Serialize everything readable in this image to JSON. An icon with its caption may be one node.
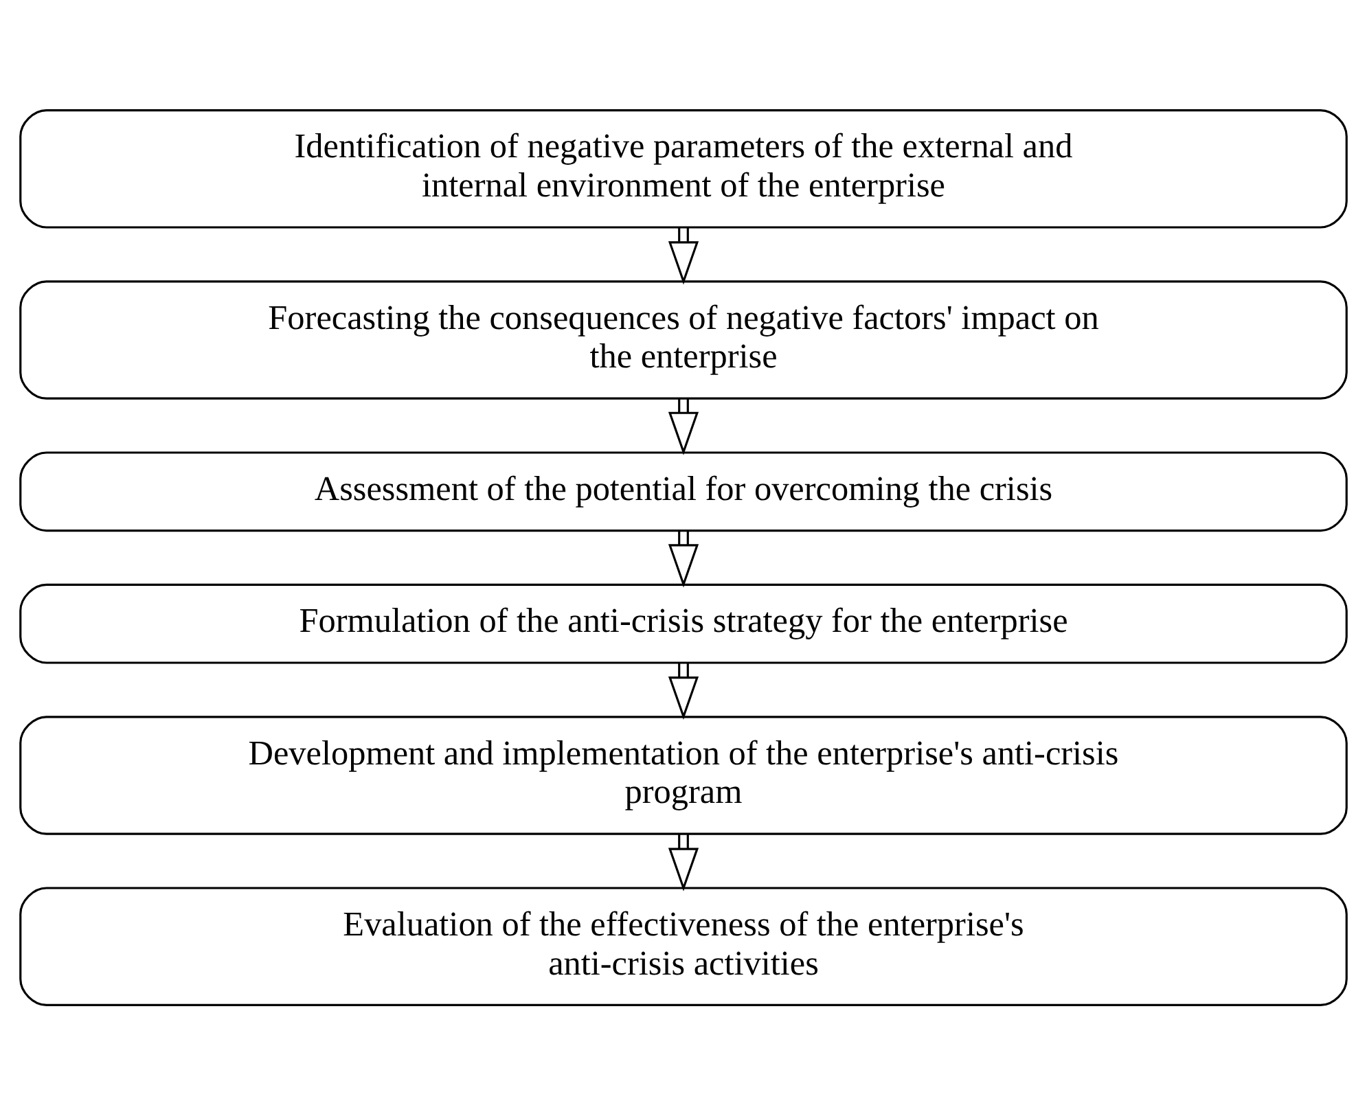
{
  "diagram": {
    "nodes": [
      {
        "text": [
          "Identification of negative parameters of the external and internal environment of the enterprise"
        ]
      },
      {
        "text": [
          "Forecasting the consequences of negative factors' impact on the enterprise"
        ]
      },
      {
        "text": [
          "Assessment of the potential for overcoming the crisis"
        ]
      },
      {
        "text": [
          "Formulation of the anti-crisis strategy for the enterprise"
        ]
      },
      {
        "text": [
          "Development and implementation of the enterprise's anti-crisis program"
        ]
      },
      {
        "text": [
          "Evaluation of the effectiveness of the enterprise's anti-crisis activities"
        ]
      }
    ],
    "edges": [
      {
        "from": 0,
        "to": 1,
        "arrow": "to"
      },
      {
        "from": 1,
        "to": 2,
        "arrow": "to"
      },
      {
        "from": 2,
        "to": 3,
        "arrow": "to"
      },
      {
        "from": 3,
        "to": 4,
        "arrow": "to"
      },
      {
        "from": 4,
        "to": 5,
        "arrow": "to"
      }
    ]
  }
}
